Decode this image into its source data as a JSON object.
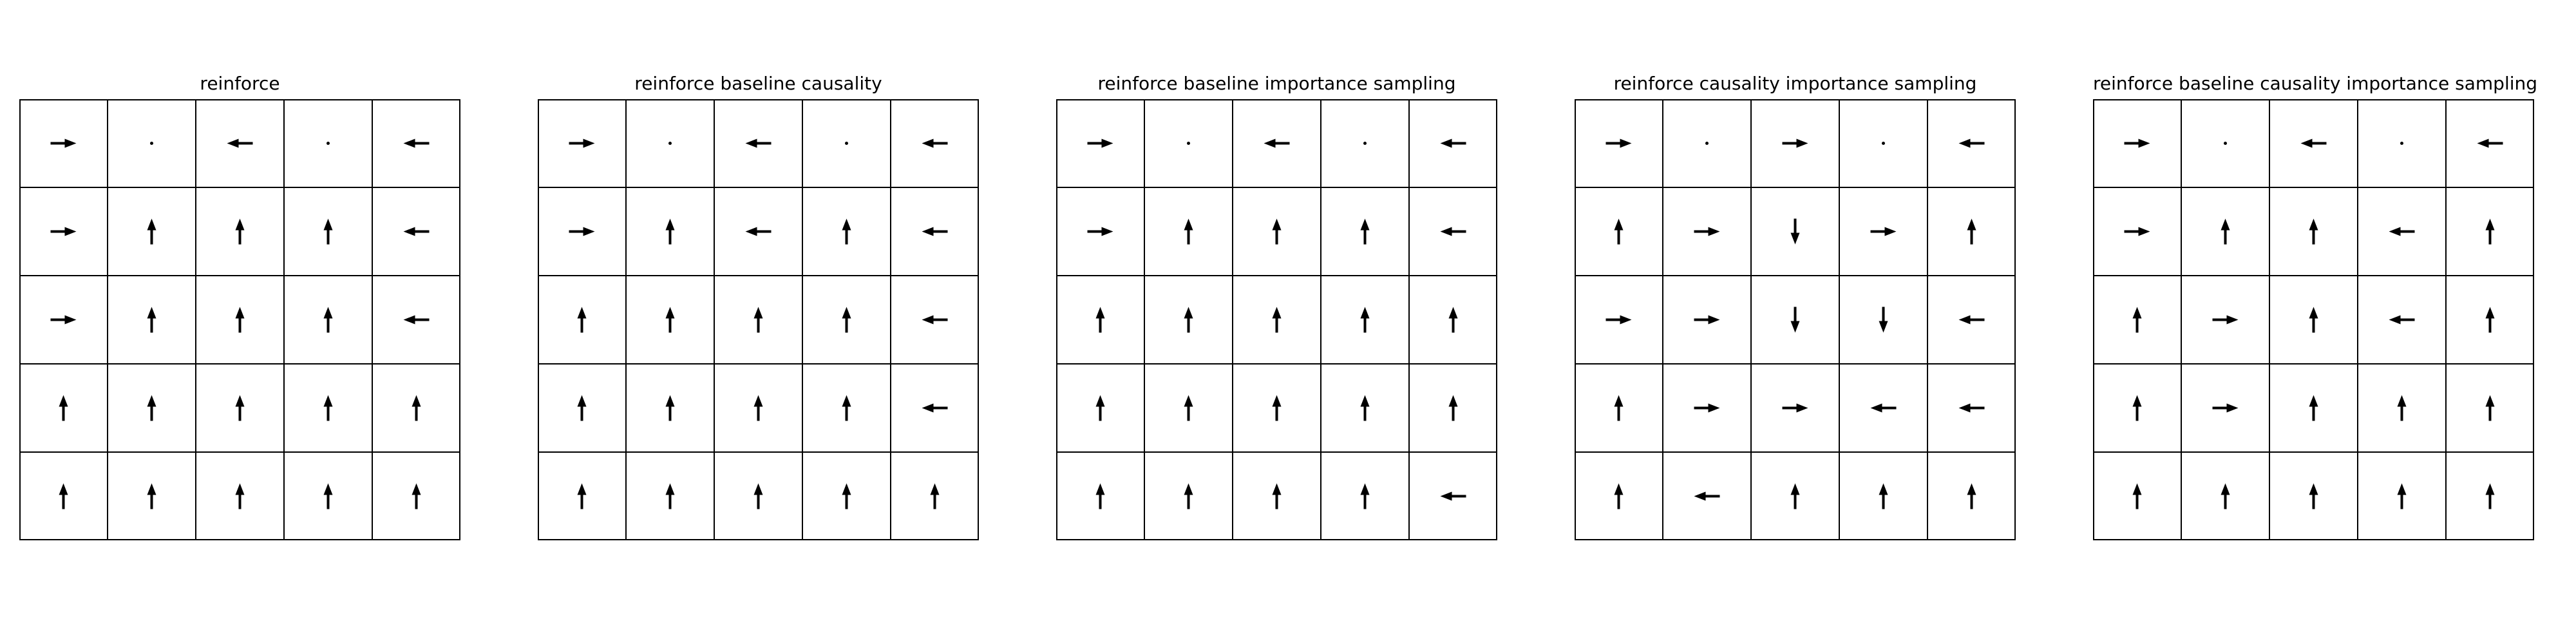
{
  "panels": [
    {
      "title": "reinforce",
      "grid": [
        [
          "right",
          "dot",
          "left",
          "dot",
          "left"
        ],
        [
          "right",
          "up",
          "up",
          "up",
          "left"
        ],
        [
          "right",
          "up",
          "up",
          "up",
          "left"
        ],
        [
          "up",
          "up",
          "up",
          "up",
          "up"
        ],
        [
          "up",
          "up",
          "up",
          "up",
          "up"
        ]
      ]
    },
    {
      "title": "reinforce baseline causality",
      "grid": [
        [
          "right",
          "dot",
          "left",
          "dot",
          "left"
        ],
        [
          "right",
          "up",
          "left",
          "up",
          "left"
        ],
        [
          "up",
          "up",
          "up",
          "up",
          "left"
        ],
        [
          "up",
          "up",
          "up",
          "up",
          "left"
        ],
        [
          "up",
          "up",
          "up",
          "up",
          "up"
        ]
      ]
    },
    {
      "title": "reinforce baseline importance sampling",
      "grid": [
        [
          "right",
          "dot",
          "left",
          "dot",
          "left"
        ],
        [
          "right",
          "up",
          "up",
          "up",
          "left"
        ],
        [
          "up",
          "up",
          "up",
          "up",
          "up"
        ],
        [
          "up",
          "up",
          "up",
          "up",
          "up"
        ],
        [
          "up",
          "up",
          "up",
          "up",
          "left"
        ]
      ]
    },
    {
      "title": "reinforce causality importance sampling",
      "grid": [
        [
          "right",
          "dot",
          "right",
          "dot",
          "left"
        ],
        [
          "up",
          "right",
          "down",
          "right",
          "up"
        ],
        [
          "right",
          "right",
          "down",
          "down",
          "left"
        ],
        [
          "up",
          "right",
          "right",
          "left",
          "left"
        ],
        [
          "up",
          "left",
          "up",
          "up",
          "up"
        ]
      ]
    },
    {
      "title": "reinforce baseline causality importance sampling",
      "grid": [
        [
          "right",
          "dot",
          "left",
          "dot",
          "left"
        ],
        [
          "right",
          "up",
          "up",
          "left",
          "up"
        ],
        [
          "up",
          "right",
          "up",
          "left",
          "up"
        ],
        [
          "up",
          "right",
          "up",
          "up",
          "up"
        ],
        [
          "up",
          "up",
          "up",
          "up",
          "up"
        ]
      ]
    }
  ]
}
